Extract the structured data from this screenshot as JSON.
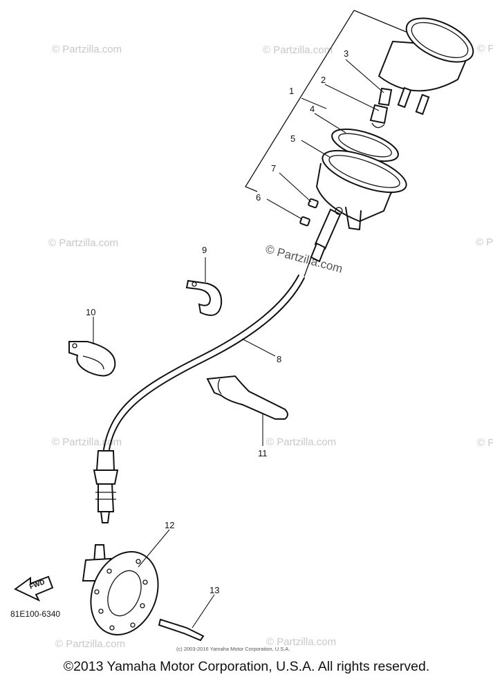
{
  "watermarks": {
    "text": "© Partzilla.com",
    "center_text": "© Partzilla.com"
  },
  "diagram": {
    "drawing_code": "81E100-6340",
    "fwd_label": "FWD",
    "small_credit": "(c) 2003-2016 Yamaha Motor Corporation, U.S.A.",
    "callouts": [
      "1",
      "2",
      "3",
      "4",
      "5",
      "6",
      "7",
      "8",
      "9",
      "10",
      "11",
      "12",
      "13"
    ]
  },
  "footer": {
    "copyright": "©2013 Yamaha Motor Corporation, U.S.A. All rights reserved."
  }
}
